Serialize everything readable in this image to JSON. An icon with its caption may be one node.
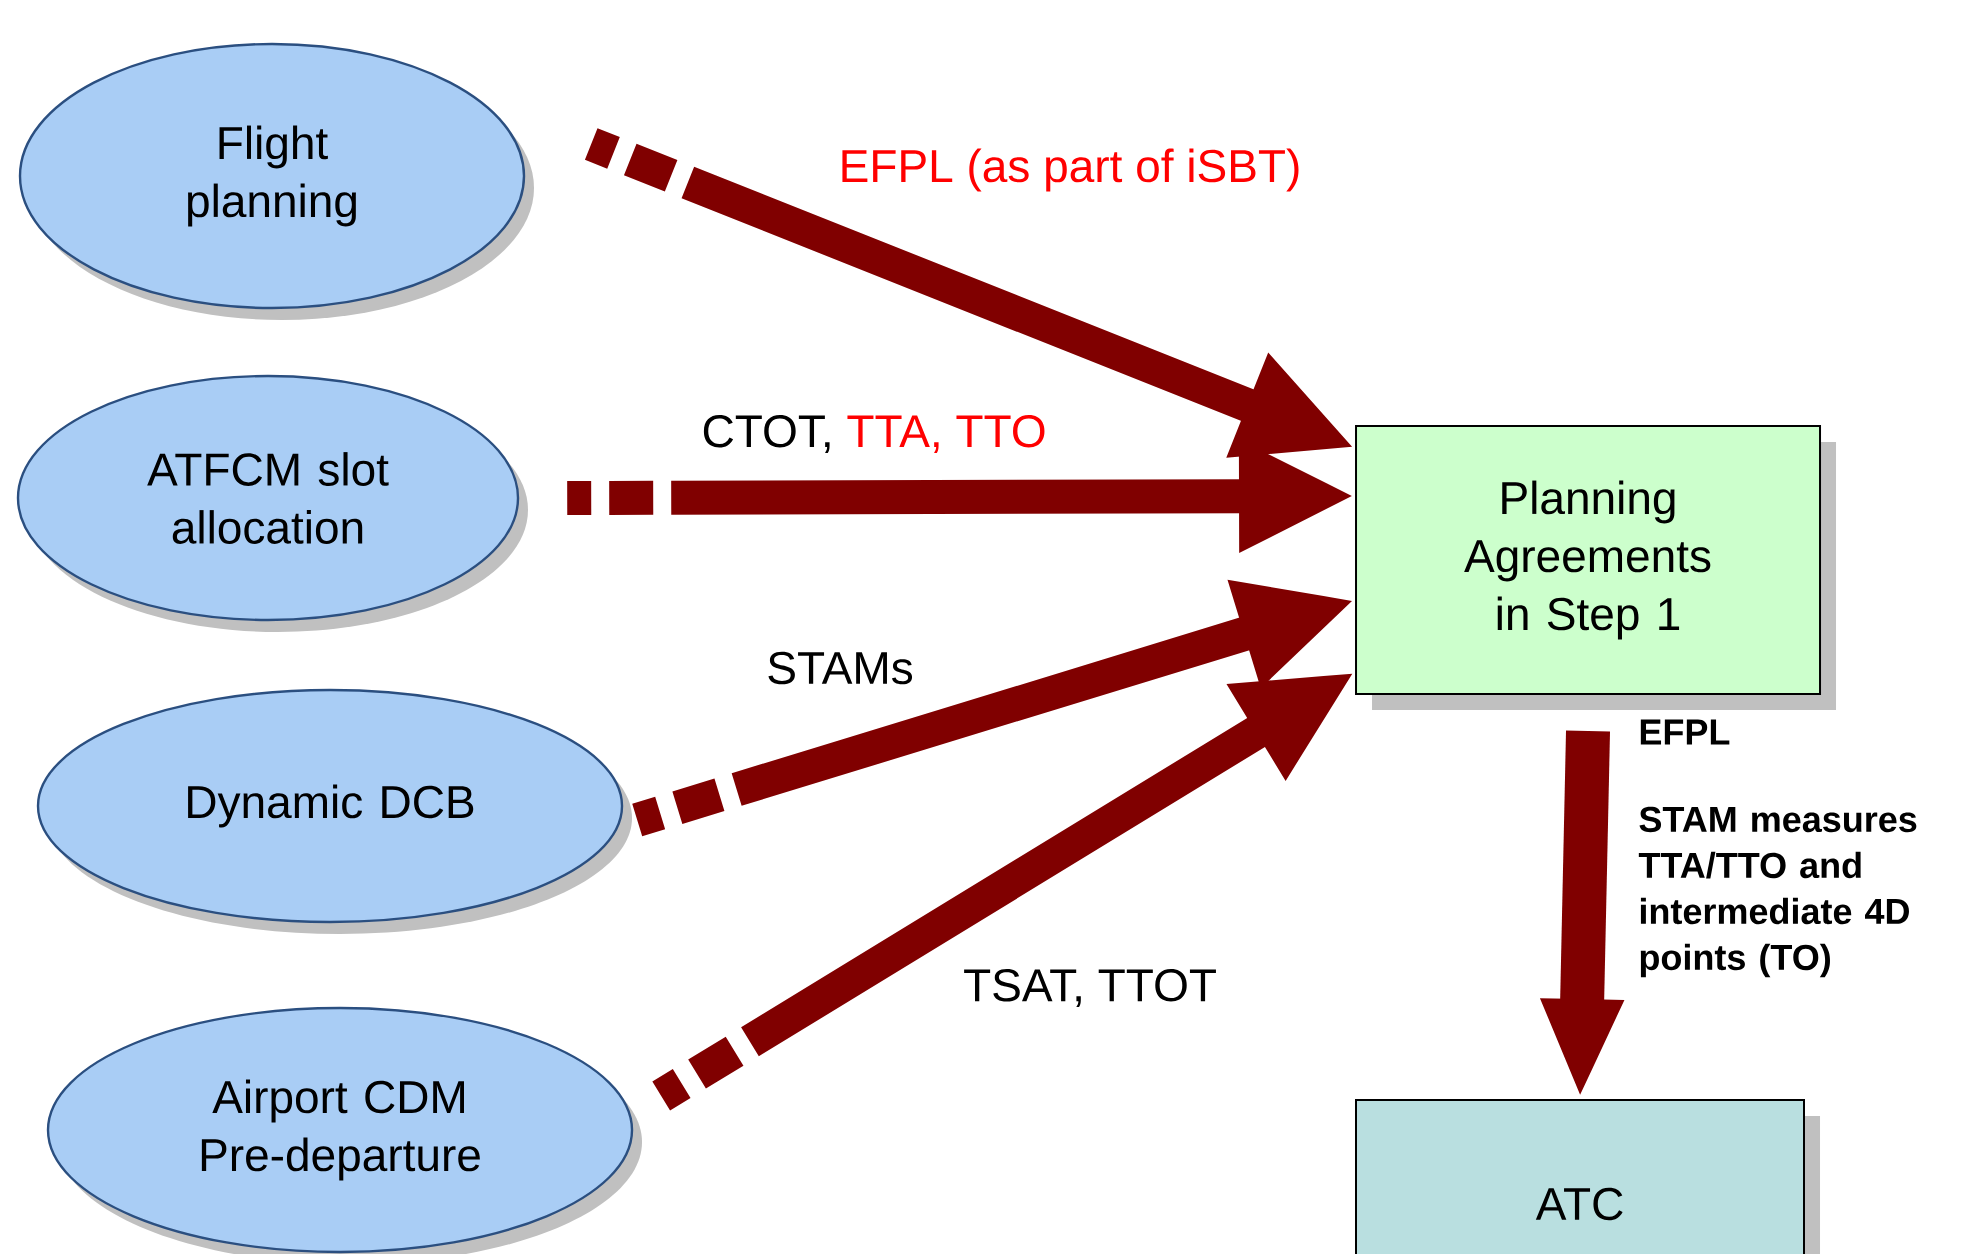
{
  "diagram": {
    "nodes": [
      {
        "text": [
          "Flight planning"
        ]
      },
      {
        "text": [
          "ATFCM slot allocation"
        ]
      },
      {
        "text": [
          "Dynamic DCB"
        ]
      },
      {
        "text": [
          "Airport CDM Pre-departure"
        ]
      },
      {
        "text": [
          "Planning Agreements in Step 1"
        ]
      },
      {
        "text": [
          "ATC"
        ]
      }
    ],
    "edges": [
      {
        "from": 0,
        "to": 4,
        "arrow": "to",
        "style": "dashed",
        "label": "EFPL (as part of iSBT)"
      },
      {
        "from": 1,
        "to": 4,
        "arrow": "to",
        "style": "dashed",
        "label": "CTOT,"
      },
      {
        "from": 2,
        "to": 4,
        "arrow": "to",
        "style": "dashed",
        "label": "STAMs"
      },
      {
        "from": 3,
        "to": 4,
        "arrow": "to",
        "style": "dashed",
        "label": "TSAT, TTOT"
      },
      {
        "from": 4,
        "to": 5,
        "arrow": "to",
        "label": "EFPL"
      }
    ],
    "labels": [
      "TTA, TTO",
      "STAM measures TTA/TTO and intermediate 4D points (TO)"
    ]
  }
}
